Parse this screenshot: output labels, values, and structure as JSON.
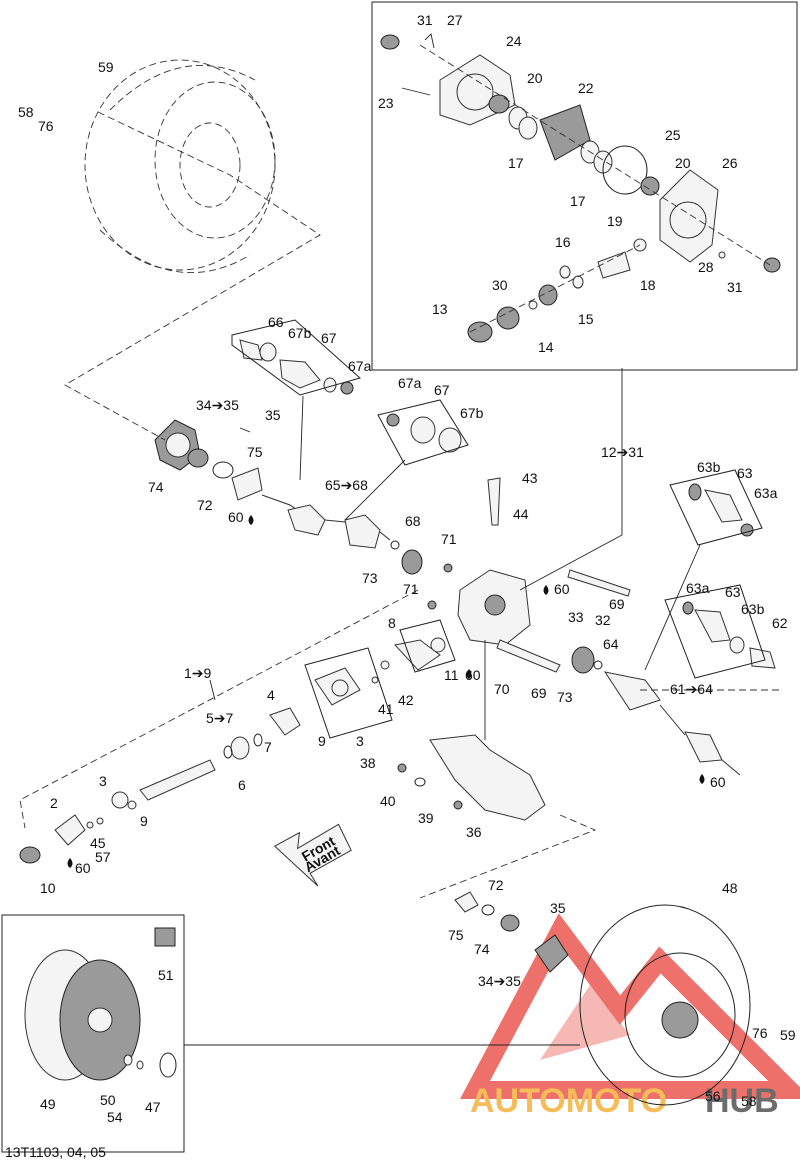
{
  "figure_code": "13T1103, 04, 05",
  "front_arrow": {
    "line1": "Front",
    "line2": "Avant"
  },
  "watermark": {
    "text_orange": "AUTOMOTO",
    "text_dark": "HUB",
    "orange": "#f5a623",
    "red": "#e8413a",
    "dark": "#3b3b3b"
  },
  "callouts": [
    "31",
    "27",
    "24",
    "23",
    "20",
    "22",
    "17",
    "17",
    "25",
    "20",
    "26",
    "19",
    "16",
    "18",
    "28",
    "31",
    "30",
    "13",
    "15",
    "14",
    "59",
    "58",
    "76",
    "66",
    "67b",
    "67",
    "67a",
    "34➔35",
    "35",
    "75",
    "74",
    "72",
    "60",
    "67a",
    "67",
    "67b",
    "65➔68",
    "68",
    "73",
    "12➔31",
    "43",
    "44",
    "71",
    "71",
    "60",
    "69",
    "63b",
    "63",
    "63a",
    "63a",
    "63",
    "63b",
    "62",
    "33",
    "32",
    "64",
    "11",
    "60",
    "70",
    "69",
    "73",
    "61➔64",
    "60",
    "1➔9",
    "8",
    "42",
    "41",
    "3",
    "4",
    "9",
    "5➔7",
    "6",
    "7",
    "3",
    "2",
    "9",
    "57",
    "45",
    "10",
    "60",
    "38",
    "40",
    "39",
    "36",
    "72",
    "35",
    "75",
    "74",
    "34➔35",
    "48",
    "51",
    "49",
    "50",
    "54",
    "47",
    "76",
    "59",
    "56",
    "58"
  ]
}
